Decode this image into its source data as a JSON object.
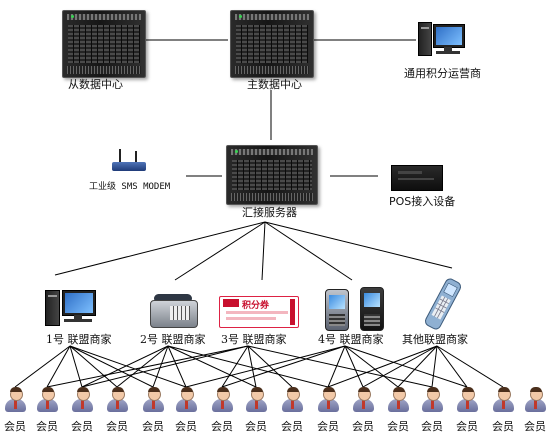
{
  "nodes": {
    "backup_dc": "从数据中心",
    "main_dc": "主数据中心",
    "points_operator": "通用积分运营商",
    "sms_modem": "工业级 SMS MODEM",
    "agg_server": "汇接服务器",
    "pos_device": "POS接入设备",
    "merchant_1": "1号 联盟商家",
    "merchant_2": "2号 联盟商家",
    "merchant_3": "3号 联盟商家",
    "merchant_4": "4号 联盟商家",
    "merchant_other": "其他联盟商家"
  },
  "coupon": {
    "title": "积分券"
  },
  "members": [
    "会员",
    "会员",
    "会员",
    "会员",
    "会员",
    "会员",
    "会员",
    "会员",
    "会员",
    "会员",
    "会员",
    "会员",
    "会员",
    "会员",
    "会员",
    "会员"
  ],
  "colors": {
    "line": "#000000",
    "brand_red": "#c8102e"
  }
}
